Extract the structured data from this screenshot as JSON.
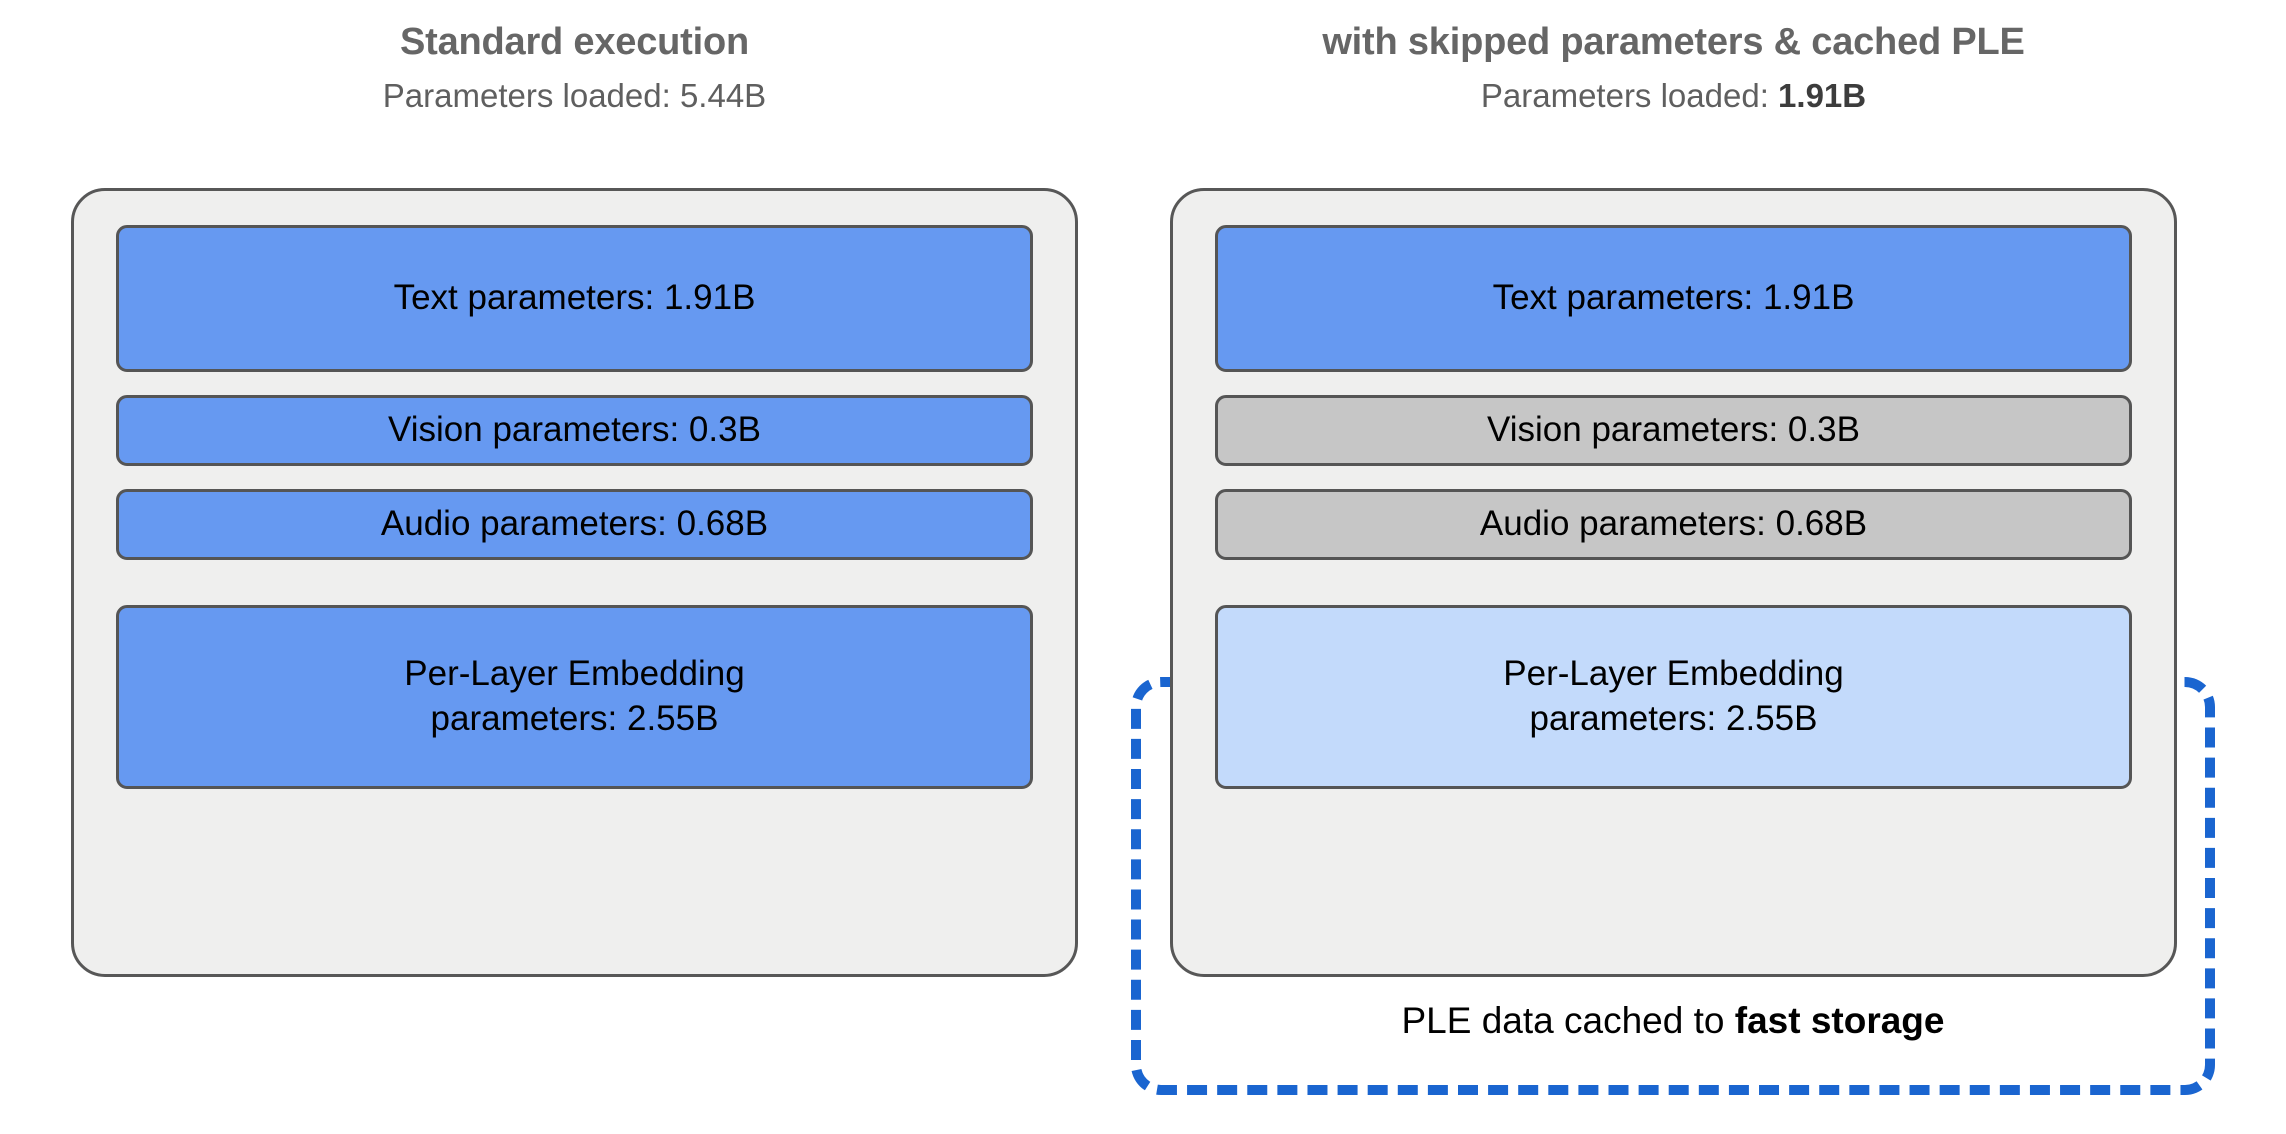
{
  "diagram": {
    "type": "comparison-diagram",
    "background_color": "#FFFFFF",
    "colors": {
      "active_blue": "#6699F1",
      "cached_light_blue": "#C3DAFB",
      "skipped_gray": "#C6C6C6",
      "card_background": "#EFEFEE",
      "box_border": "#555555",
      "dashed_accent": "#1A65D0",
      "heading_gray": "#666666"
    }
  },
  "columns": [
    {
      "id": "standard",
      "title": "Standard execution",
      "subtitle_prefix": "Parameters loaded: ",
      "subtitle_value": "5.44B",
      "subtitle_value_bold": false,
      "blocks": [
        {
          "label": "Text parameters: 1.91B",
          "name": "text-parameters",
          "value": "1.91B",
          "state": "loaded",
          "color": "#6699F1",
          "size": "tall"
        },
        {
          "label": "Vision parameters: 0.3B",
          "name": "vision-parameters",
          "value": "0.3B",
          "state": "loaded",
          "color": "#6699F1",
          "size": "thin"
        },
        {
          "label": "Audio parameters: 0.68B",
          "name": "audio-parameters",
          "value": "0.68B",
          "state": "loaded",
          "color": "#6699F1",
          "size": "thin"
        },
        {
          "label_line1": "Per-Layer Embedding",
          "label_line2": "parameters: 2.55B",
          "name": "ple-parameters",
          "value": "2.55B",
          "state": "loaded",
          "color": "#6699F1",
          "size": "ple"
        }
      ]
    },
    {
      "id": "optimized",
      "title": "with skipped parameters & cached PLE",
      "subtitle_prefix": "Parameters loaded: ",
      "subtitle_value": "1.91B",
      "subtitle_value_bold": true,
      "blocks": [
        {
          "label": "Text parameters: 1.91B",
          "name": "text-parameters",
          "value": "1.91B",
          "state": "loaded",
          "color": "#6699F1",
          "size": "tall"
        },
        {
          "label": "Vision parameters: 0.3B",
          "name": "vision-parameters",
          "value": "0.3B",
          "state": "skipped",
          "color": "#C6C6C6",
          "size": "thin"
        },
        {
          "label": "Audio parameters: 0.68B",
          "name": "audio-parameters",
          "value": "0.68B",
          "state": "skipped",
          "color": "#C6C6C6",
          "size": "thin"
        },
        {
          "label_line1": "Per-Layer Embedding",
          "label_line2": "parameters: 2.55B",
          "name": "ple-parameters",
          "value": "2.55B",
          "state": "cached",
          "color": "#C3DAFB",
          "size": "ple"
        }
      ],
      "cache_region": {
        "caption_prefix": "PLE data cached to ",
        "caption_emphasis": "fast storage",
        "border_style": "dashed",
        "border_color": "#1A65D0"
      }
    }
  ]
}
